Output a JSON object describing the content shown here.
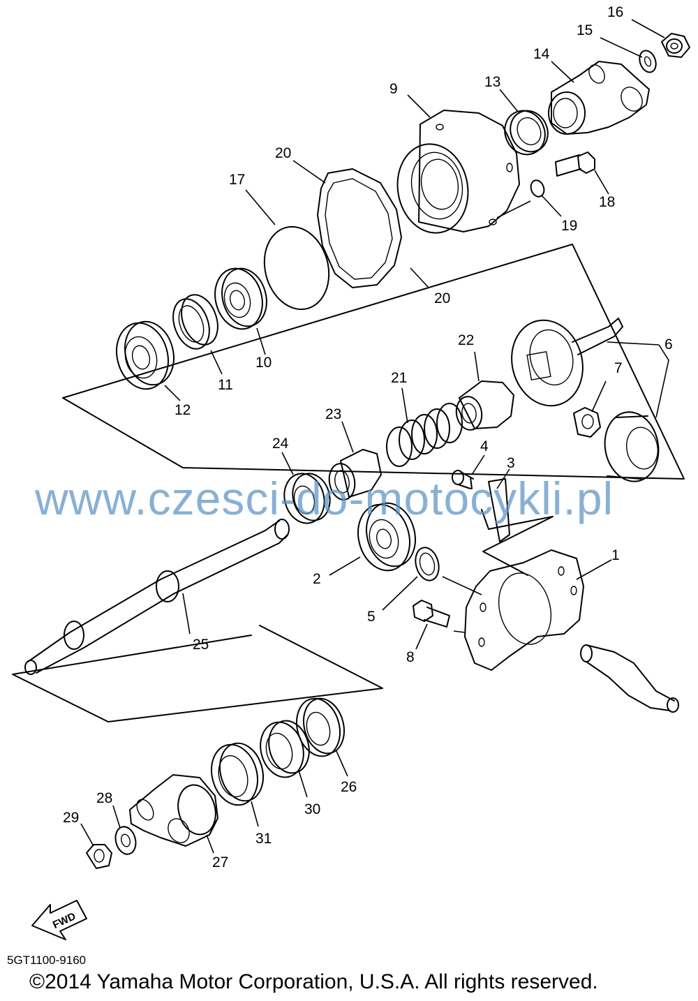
{
  "diagram": {
    "part_numbers": [
      "1",
      "2",
      "3",
      "4",
      "5",
      "6",
      "7",
      "8",
      "9",
      "10",
      "11",
      "12",
      "13",
      "14",
      "15",
      "16",
      "17",
      "18",
      "19",
      "20",
      "20",
      "21",
      "22",
      "23",
      "24",
      "25",
      "26",
      "27",
      "28",
      "29",
      "30",
      "31"
    ],
    "fwd_label": "FWD"
  },
  "watermark": "www.czesci-do-motocykli.pl",
  "footer": {
    "diagram_code": "5GT1100-9160",
    "copyright": "©2014 Yamaha Motor Corporation, U.S.A. All rights reserved."
  }
}
